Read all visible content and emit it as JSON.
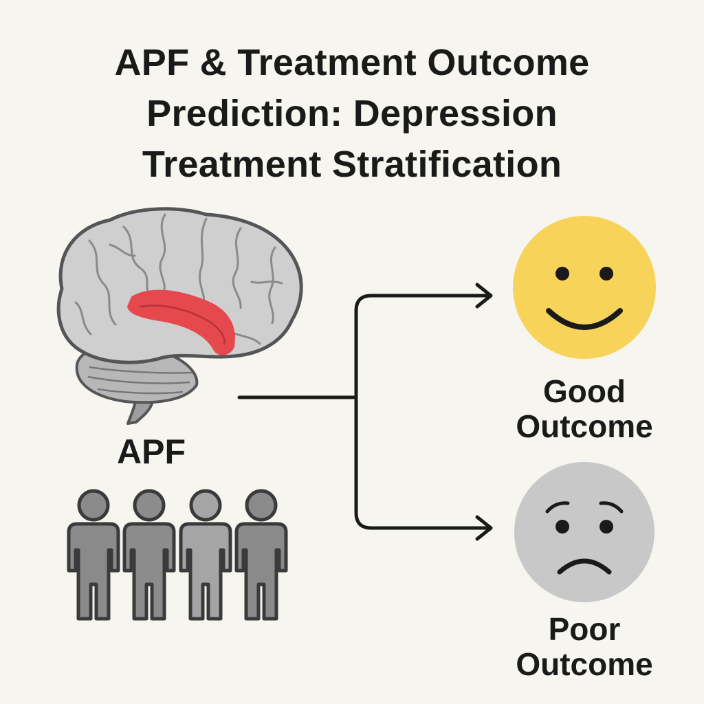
{
  "title": {
    "line1": "APF & Treatment Outcome",
    "line2": "Prediction: Depression",
    "line3": "Treatment Stratification"
  },
  "source": {
    "label": "APF",
    "highlight_color": "#e5484d",
    "brain_color": "#cfcfcf",
    "people_count": 4
  },
  "outcomes": [
    {
      "id": "good",
      "line1": "Good",
      "line2": "Outcome",
      "face_color": "#f7d35a",
      "expression": "smile"
    },
    {
      "id": "poor",
      "line1": "Poor",
      "line2": "Outcome",
      "face_color": "#c8c8c8",
      "expression": "frown"
    }
  ]
}
